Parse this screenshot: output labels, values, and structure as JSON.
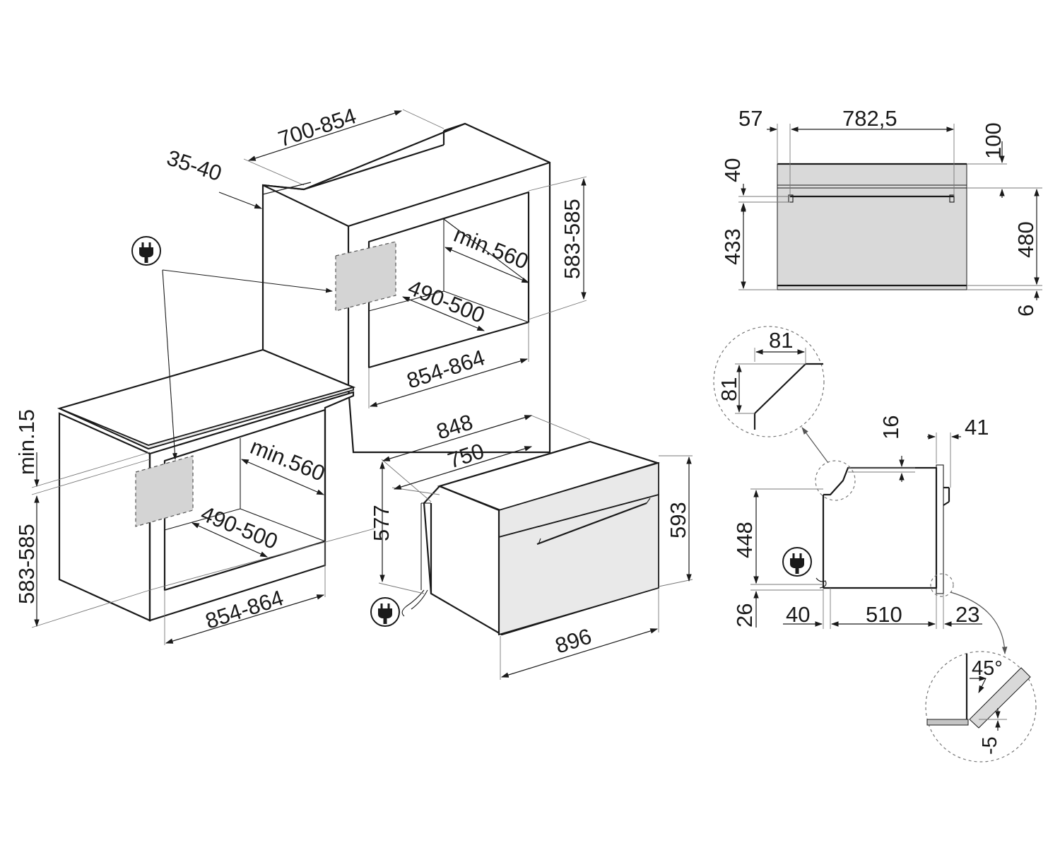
{
  "labels": {
    "top_depth": "700-854",
    "top_gap": "35-40",
    "upper_height": "583-585",
    "upper_depth": "min.560",
    "upper_inner_depth": "490-500",
    "upper_width": "854-864",
    "lower_min": "min.15",
    "lower_height": "583-585",
    "lower_depth": "min.560",
    "lower_inner_depth": "490-500",
    "lower_width": "854-864",
    "oven_848": "848",
    "oven_750": "750",
    "oven_577": "577",
    "oven_593": "593",
    "oven_896": "896",
    "front_57": "57",
    "front_782": "782,5",
    "front_100": "100",
    "front_40": "40",
    "front_433": "433",
    "front_480": "480",
    "front_6": "6",
    "detail_81_h": "81",
    "detail_81_v": "81",
    "side_16": "16",
    "side_41": "41",
    "side_448": "448",
    "side_26": "26",
    "side_40": "40",
    "side_510": "510",
    "side_23": "23",
    "detail_45": "45°",
    "detail_m5": "-5"
  },
  "icons": [
    "electric-plug-icon",
    "electric-plug-icon",
    "electric-plug-icon",
    "electric-plug-icon"
  ]
}
